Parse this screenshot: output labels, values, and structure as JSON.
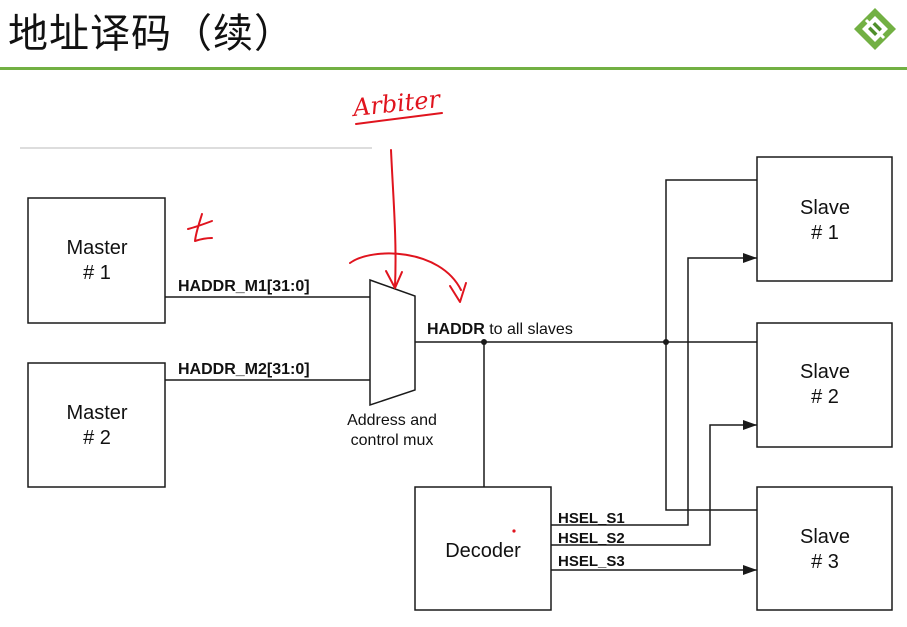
{
  "slide": {
    "title": "地址译码（续）",
    "logo_icon": "green-diamond-logo"
  },
  "colors": {
    "accent": "#72b043",
    "annotation": "#e0141e",
    "line": "#1a1a1a"
  },
  "diagram": {
    "masters": [
      {
        "name": "Master",
        "number": "# 1"
      },
      {
        "name": "Master",
        "number": "# 2"
      }
    ],
    "master_signals": [
      "HADDR_M1[31:0]",
      "HADDR_M2[31:0]"
    ],
    "mux": {
      "line1": "Address and",
      "line2": "control mux"
    },
    "bus": {
      "bold": "HADDR",
      "rest": " to all slaves"
    },
    "decoder": "Decoder",
    "selects": [
      "HSEL_S1",
      "HSEL_S2",
      "HSEL_S3"
    ],
    "slaves": [
      {
        "name": "Slave",
        "number": "# 1"
      },
      {
        "name": "Slave",
        "number": "# 2"
      },
      {
        "name": "Slave",
        "number": "# 3"
      }
    ]
  },
  "annotations": {
    "handwritten_label": "Arbiter"
  }
}
